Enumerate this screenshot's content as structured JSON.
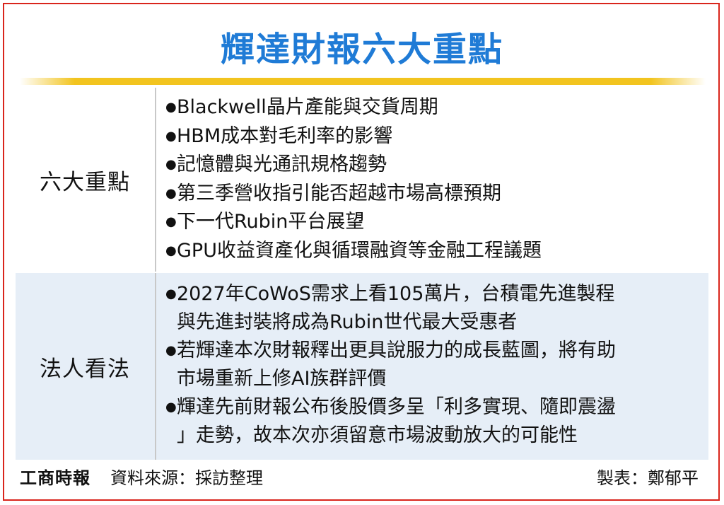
{
  "title": "輝達財報六大重點",
  "rows": [
    {
      "label": "六大重點",
      "items": [
        "Blackwell晶片產能與交貨周期",
        "HBM成本對毛利率的影響",
        "記憶體與光通訊規格趨勢",
        "第三季營收指引能否超越市場高標預期",
        "下一代Rubin平台展望",
        "GPU收益資產化與循環融資等金融工程議題"
      ]
    },
    {
      "label": "法人看法",
      "items": [
        [
          "2027年CoWoS需求上看105萬片，台積電先進製程",
          "與先進封裝將成為Rubin世代最大受惠者"
        ],
        [
          "若輝達本次財報釋出更具說服力的成長藍圖，將有助",
          "市場重新上修AI族群評價"
        ],
        [
          "輝達先前財報公布後股價多呈「利多實現、隨即震盪",
          "」走勢，故本次亦須留意市場波動放大的可能性"
        ]
      ]
    }
  ],
  "footer": {
    "brand": "工商時報",
    "source": "資料來源：採訪整理",
    "credit": "製表：鄭郁平"
  },
  "colors": {
    "title": "#1f7bd6",
    "rule": "#f2c41f",
    "frame": "#d9251c",
    "row_alt_bg": "#e6eef7"
  },
  "bullet_symbol": "●"
}
